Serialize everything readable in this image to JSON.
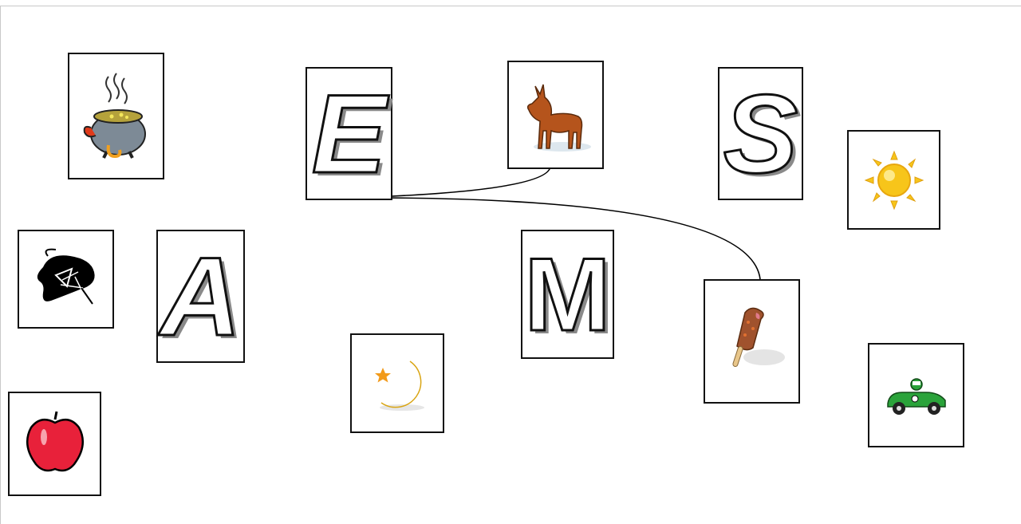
{
  "cards": {
    "letter_e": {
      "text": "E"
    },
    "letter_s": {
      "text": "S"
    },
    "letter_a": {
      "text": "A"
    },
    "letter_m": {
      "text": "M"
    }
  },
  "pictures": [
    "cauldron-icon",
    "donkey-icon",
    "sun-icon",
    "abstract-icon",
    "moon-icon",
    "ice-cream-icon",
    "race-car-icon",
    "apple-icon"
  ],
  "connections": [
    {
      "from": "card-letter-e",
      "to": "card-donkey"
    },
    {
      "from": "card-letter-e",
      "to": "card-ice-cream"
    }
  ],
  "colors": {
    "card_border": "#111111",
    "connector": "#000000",
    "apple": "#e8213a",
    "sun": "#f7c51a",
    "moon": "#f5c82a",
    "donkey": "#b5541c",
    "car": "#2aa33a",
    "ice_cream": "#a0522d"
  }
}
